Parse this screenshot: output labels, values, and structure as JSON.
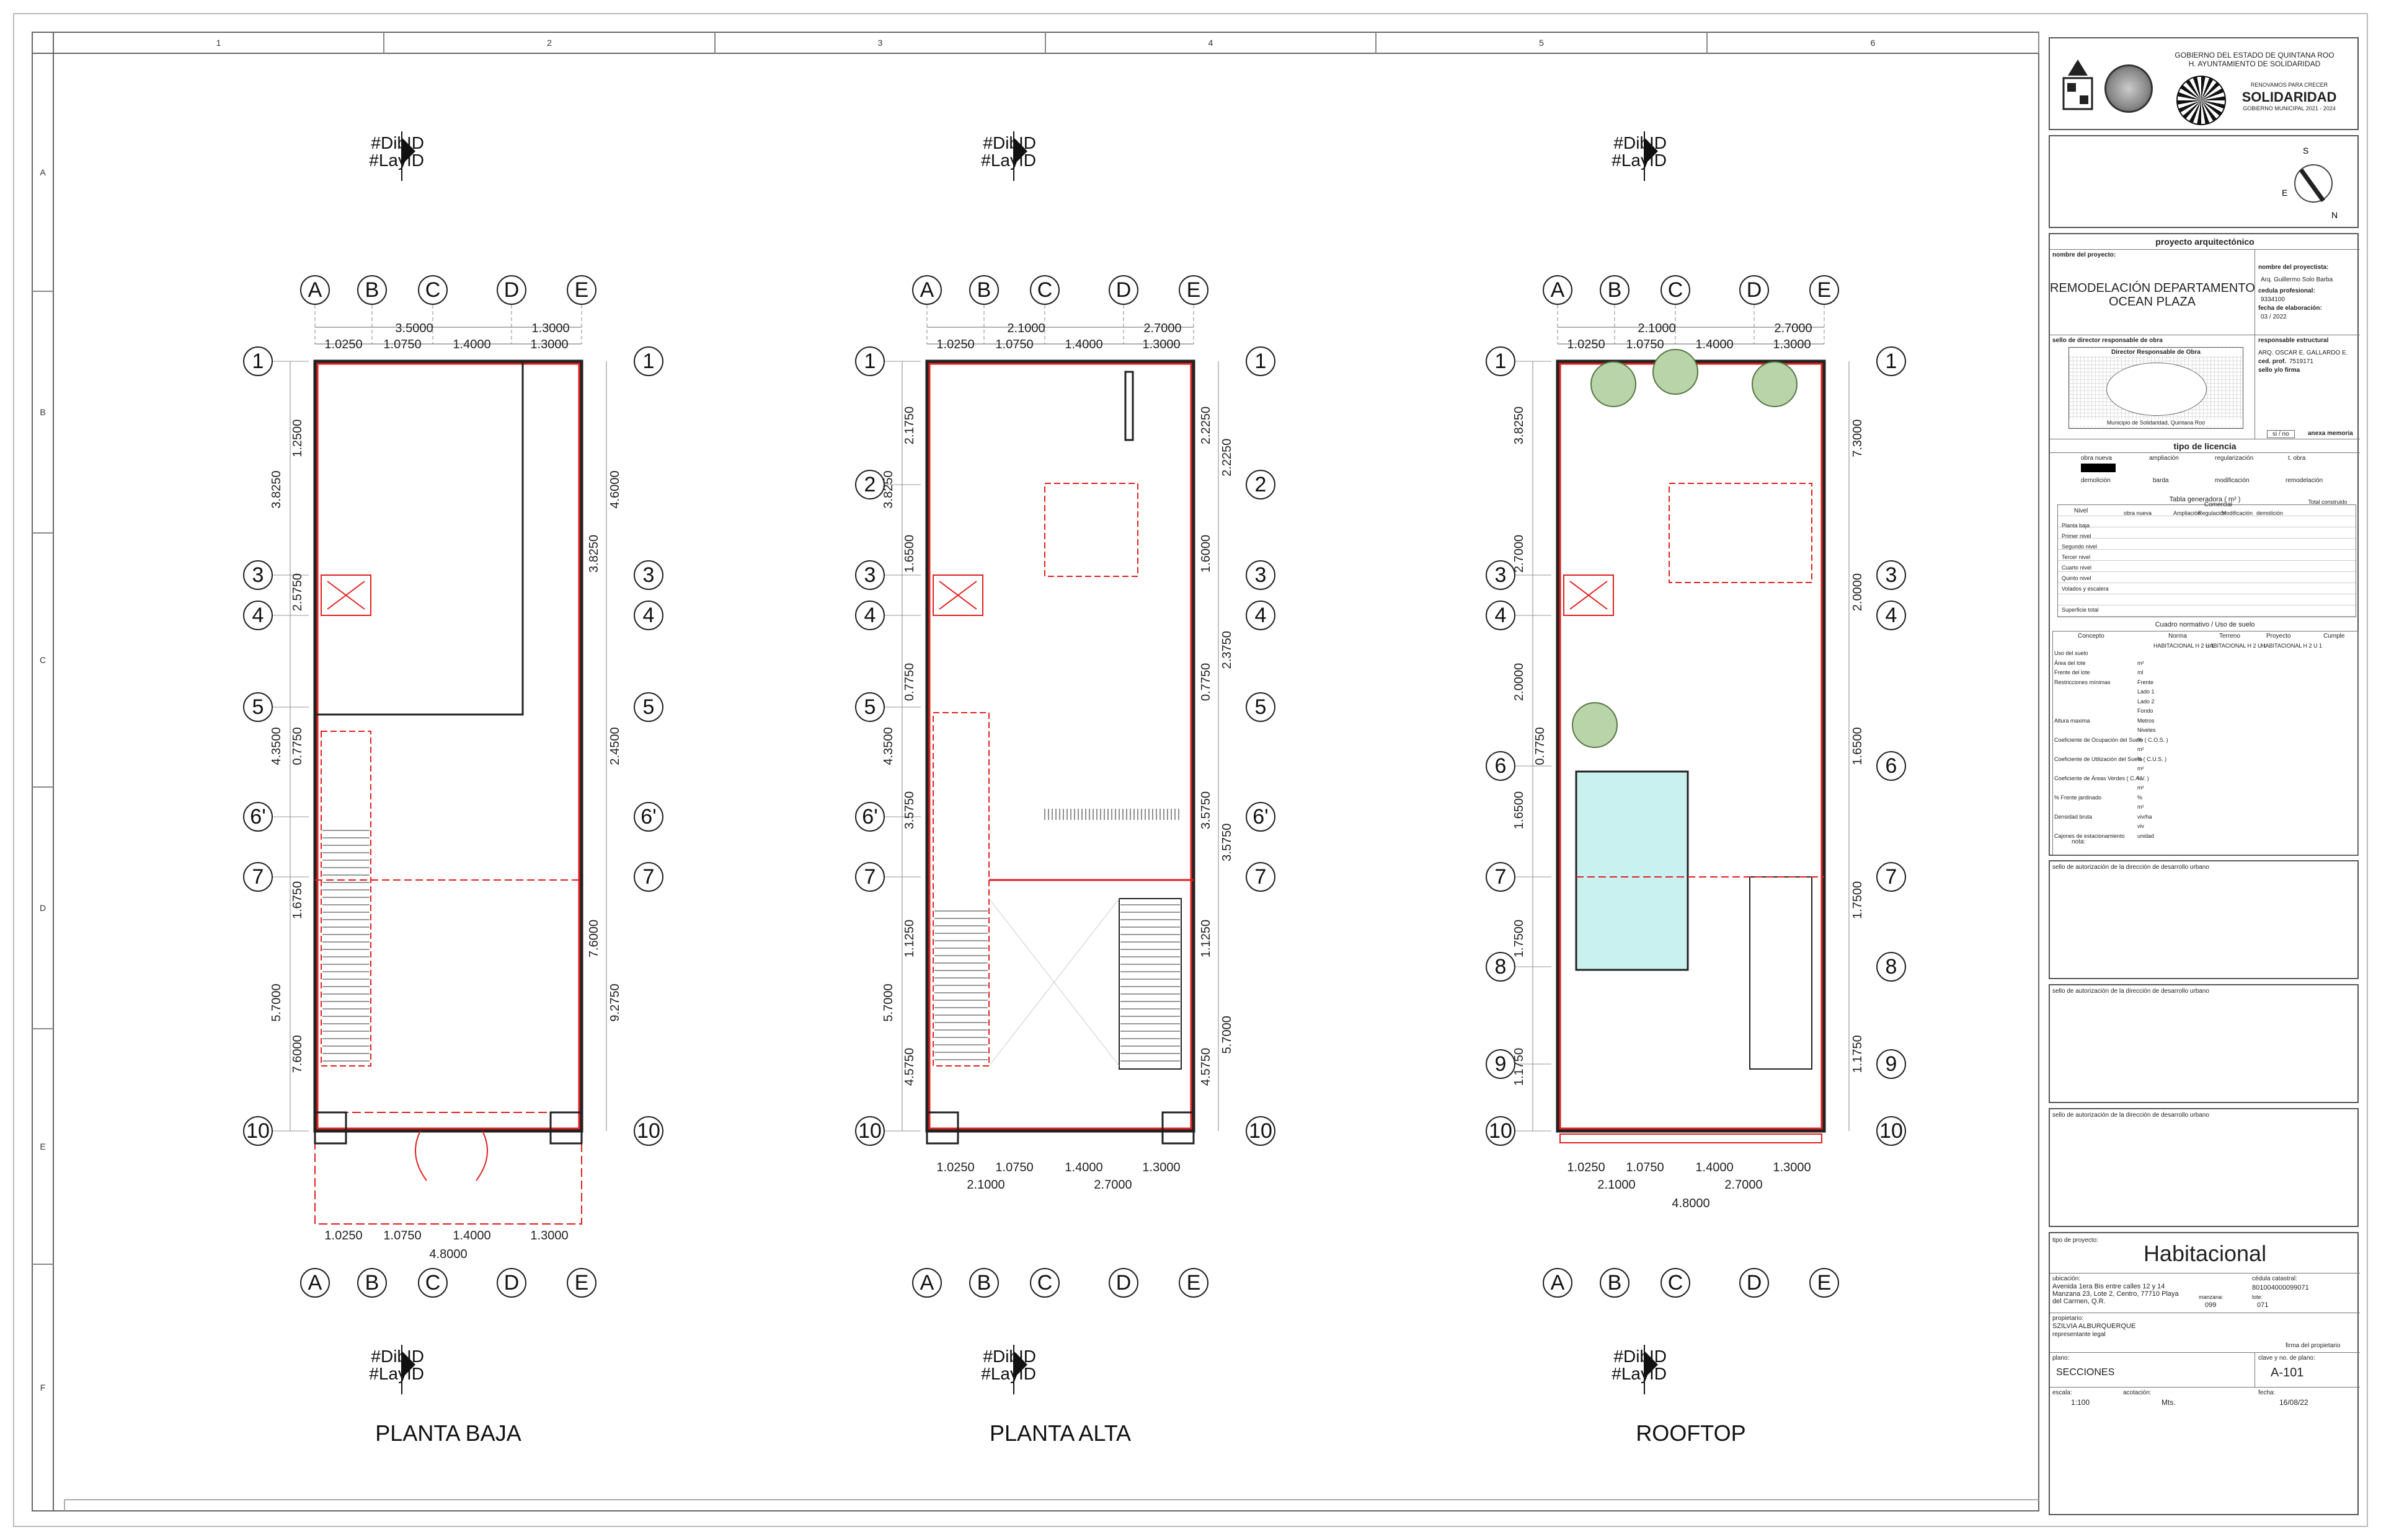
{
  "grid": {
    "columns": [
      "1",
      "2",
      "3",
      "4",
      "5",
      "6"
    ],
    "rows": [
      "A",
      "B",
      "C",
      "D",
      "E",
      "F"
    ]
  },
  "section_marker": {
    "dib": "#DibID",
    "lay": "#LayID"
  },
  "axes_letters": [
    "A",
    "B",
    "C",
    "D",
    "E"
  ],
  "plans": [
    {
      "title": "PLANTA BAJA",
      "top_dims_total": [
        "3.5000",
        "1.3000"
      ],
      "top_dims": [
        "1.0250",
        "1.0750",
        "1.4000",
        "1.3000"
      ],
      "bottom_dims": [
        "1.0250",
        "1.0750",
        "1.4000",
        "1.3000"
      ],
      "bottom_total": "4.8000",
      "row_labels": [
        "1",
        "3",
        "4",
        "5",
        "6'",
        "7",
        "10"
      ],
      "left_outer": [
        "3.8250",
        "4.3500",
        "5.7000"
      ],
      "left_inner": [
        "1.2500",
        "2.5750",
        "0.7750",
        "1.6750",
        "7.6000"
      ],
      "right_inner": [
        "3.8250",
        "7.6000"
      ],
      "right_outer": [
        "4.6000",
        "2.4500",
        "9.2750"
      ]
    },
    {
      "title": "PLANTA ALTA",
      "top_dims_total": [
        "2.1000",
        "2.7000"
      ],
      "top_dims": [
        "1.0250",
        "1.0750",
        "1.4000",
        "1.3000"
      ],
      "bottom_dims": [
        "1.0250",
        "1.0750",
        "1.4000",
        "1.3000"
      ],
      "bottom_totals": [
        "2.1000",
        "2.7000"
      ],
      "row_labels": [
        "1",
        "2",
        "3",
        "4",
        "5",
        "6'",
        "7",
        "10"
      ],
      "left_outer": [
        "3.8250",
        "4.3500",
        "5.7000"
      ],
      "left_inner": [
        "2.1750",
        "1.6500",
        "0.7750",
        "3.5750",
        "1.1250",
        "4.5750"
      ],
      "right_inner": [
        "2.2250",
        "1.6000",
        "0.7750",
        "3.5750",
        "1.1250",
        "4.5750"
      ],
      "right_outer": [
        "2.2250",
        "2.3750",
        "3.5750",
        "5.7000"
      ]
    },
    {
      "title": "ROOFTOP",
      "top_dims_total": [
        "2.1000",
        "2.7000"
      ],
      "top_dims": [
        "1.0250",
        "1.0750",
        "1.4000",
        "1.3000"
      ],
      "bottom_dims": [
        "1.0250",
        "1.0750",
        "1.4000",
        "1.3000"
      ],
      "bottom_totals": [
        "2.1000",
        "2.7000"
      ],
      "bottom_total": "4.8000",
      "row_labels": [
        "1",
        "3",
        "4",
        "6",
        "7",
        "8",
        "9",
        "10"
      ],
      "left_outer": [
        "3.8250",
        "2.7000",
        "2.0000",
        "1.6500",
        "1.7500",
        "1.1750"
      ],
      "left_inner": [
        "0.7750"
      ],
      "right_outer": [
        "7.3000",
        "2.0000",
        "1.6500",
        "1.7500",
        "1.1750"
      ]
    }
  ],
  "titleblock": {
    "gov1": "GOBIERNO DEL ESTADO DE QUINTANA ROO",
    "gov2": "H. AYUNTAMIENTO DE SOLIDARIDAD",
    "logo_small": "RENOVAMOS PARA CRECER",
    "logo_main": "SOLIDARIDAD",
    "logo_sub": "GOBIERNO MUNICIPAL 2021 - 2024",
    "compass": {
      "s": "S",
      "e": "E",
      "n": "N"
    },
    "proyecto_arq": "proyecto arquitectónico",
    "nombre_proyecto_label": "nombre del proyecto:",
    "nombre_proyecto_1": "REMODELACIÓN DEPARTAMENTO",
    "nombre_proyecto_2": "OCEAN PLAZA",
    "nombre_proyectista_label": "nombre del proyectista:",
    "nombre_proyectista": "Arq. Guillermo Solo Barba",
    "cedula_label": "cedula profesional:",
    "cedula": "9334100",
    "fecha_elab_label": "fecha de elaboración:",
    "fecha_elab": "03 / 2022",
    "sello_director_label": "sello de director responsable de obra",
    "director_box_title": "Director Responsable de Obra",
    "director_box_foot": "Municipio de Solidaridad, Quintana Roo",
    "resp_estructural_label": "responsable estructural",
    "resp_estructural": "ARQ. OSCAR E. GALLARDO E.",
    "ced_prof_label": "ced. prof.",
    "ced_prof": "7519171",
    "sello_firma": "sello y/o firma",
    "si_no": "si / no",
    "anexa_memoria": "anexa memoria",
    "tipo_licencia": "tipo de licencia",
    "licencias": [
      "obra nueva",
      "ampliación",
      "regularización",
      "t. obra",
      "demolición",
      "barda",
      "modificación",
      "remodelación"
    ],
    "tabla_generadora": "Tabla generadora ( m² )",
    "tabla_cols": [
      "Nivel",
      "obra nueva",
      "Comercial",
      "Total construido"
    ],
    "tabla_subcols": [
      "Ampliación",
      "Regulación",
      "Modificación",
      "demolición"
    ],
    "niveles": [
      "Planta baja",
      "Primer nivel",
      "Segundo nivel",
      "Tercer nivel",
      "Cuarto nivel",
      "Quinto nivel",
      "Volados y escalera",
      "",
      "Superficie total"
    ],
    "cuadro_normativo": "Cuadro normativo / Uso de suelo",
    "cuadro_cols": [
      "Concepto",
      "Norma",
      "Terreno",
      "Proyecto",
      "Cumple"
    ],
    "cuadro_vals": [
      "HABITACIONAL H 2 U 1",
      "HABITACIONAL H 2 U 1",
      "HABITACIONAL H 2 U 1"
    ],
    "conceptos": [
      {
        "c": "Uso del suelo",
        "u": ""
      },
      {
        "c": "Área del lote",
        "u": "m²"
      },
      {
        "c": "Frente del lote",
        "u": "ml"
      },
      {
        "c": "Restricciones mínimas",
        "u": "Frente"
      },
      {
        "c": "",
        "u": "Lado 1"
      },
      {
        "c": "",
        "u": "Lado 2"
      },
      {
        "c": "",
        "u": "Fondo"
      },
      {
        "c": "Altura maxima",
        "u": "Metros"
      },
      {
        "c": "",
        "u": "Niveles"
      },
      {
        "c": "Coeficiente de Ocupación del Suelo ( C.O.S. )",
        "u": "%"
      },
      {
        "c": "",
        "u": "m²"
      },
      {
        "c": "Coeficiente de Utilización del Suelo ( C.U.S. )",
        "u": "%"
      },
      {
        "c": "",
        "u": "m²"
      },
      {
        "c": "Coeficiente de Áreas Verdes ( C.A.V. )",
        "u": "%"
      },
      {
        "c": "",
        "u": "m²"
      },
      {
        "c": "% Frente jardinado",
        "u": "%"
      },
      {
        "c": "",
        "u": "m²"
      },
      {
        "c": "Densidad bruta",
        "u": "viv/ha"
      },
      {
        "c": "",
        "u": "viv"
      },
      {
        "c": "Cajones de estacionamiento",
        "u": "unidad"
      }
    ],
    "nota": "nota:",
    "sello_desarrollo": "sello de autorización de la dirección de desarrollo urbano",
    "tipo_proyecto_label": "tipo de proyecto:",
    "tipo_proyecto": "Habitacional",
    "ubicacion_label": "ubicación:",
    "ubicacion_1": "Avenida 1era Bis entre calles 12 y 14",
    "ubicacion_2": "Manzana 23, Lote 2, Centro, 77710 Playa",
    "ubicacion_3": "del Carmen, Q.R.",
    "cedula_catastral_label": "cédula catastral:",
    "cedula_catastral": "801004000099071",
    "manzana_label": "manzana:",
    "manzana": "099",
    "lote_label": "lote:",
    "lote": "071",
    "propietario_label": "propietario:",
    "propietario": "SZILVIA ALBURQUERQUE",
    "rep_legal": "representante legal",
    "firma_prop": "firma del propietario",
    "plano_label": "plano:",
    "plano": "SECCIONES",
    "clave_label": "clave y no. de plano:",
    "clave": "A-101",
    "escala_label": "escala:",
    "escala": "1:100",
    "acot_label": "acotación:",
    "acot": "Mts.",
    "fecha_label": "fecha:",
    "fecha": "16/08/22"
  }
}
